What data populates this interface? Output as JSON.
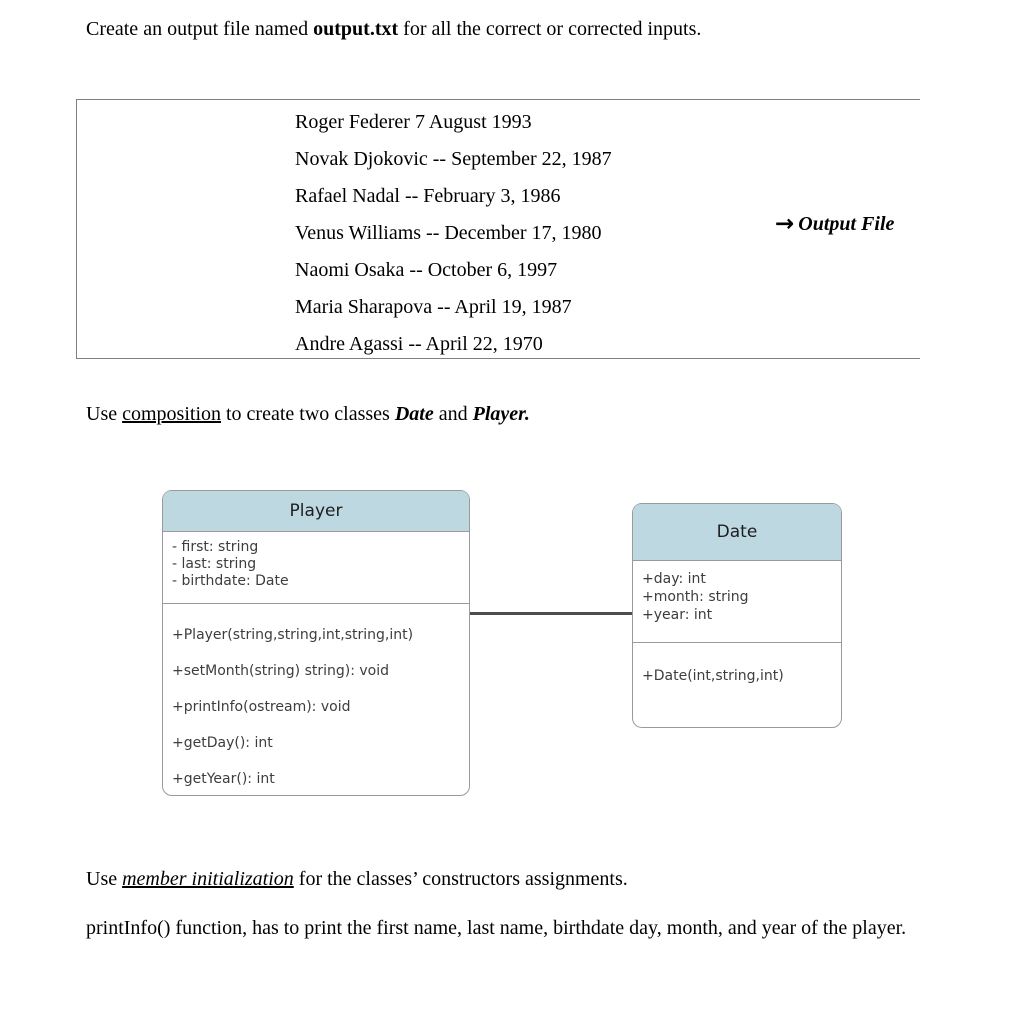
{
  "colors": {
    "uml-header-fill": "#bed8e2",
    "uml-border": "#9a9a9a",
    "box-border": "#808080",
    "connector": "#4d4d4d"
  },
  "intro": {
    "pre": "Create an output file named ",
    "bold": "output.txt",
    "post": " for all the correct or corrected inputs."
  },
  "input_box": {
    "lines": [
      "Roger Federer 7 August 1993",
      "Novak Djokovic -- September 22, 1987",
      "Rafael Nadal -- February 3, 1986",
      "Venus Williams -- December 17, 1980",
      "Naomi Osaka -- October 6, 1997",
      "Maria Sharapova -- April 19, 1987",
      "Andre Agassi -- April 22, 1970"
    ],
    "arrow": "→",
    "label": "Output File"
  },
  "composition": {
    "pre": "Use ",
    "underlined": "composition",
    "mid": " to create two classes ",
    "class1": "Date",
    "and": " and ",
    "class2": "Player."
  },
  "uml": {
    "player": {
      "title": "Player",
      "attributes": [
        "- first: string",
        "- last: string",
        "- birthdate: Date"
      ],
      "methods": [
        "+Player(string,string,int,string,int)",
        "+setMonth(string) string): void",
        "+printInfo(ostream): void",
        "+getDay(): int",
        "+getYear(): int"
      ]
    },
    "date": {
      "title": "Date",
      "attributes": [
        "+day: int",
        "+month: string",
        "+year: int"
      ],
      "methods": [
        "+Date(int,string,int)"
      ]
    }
  },
  "member_init": {
    "pre": "Use ",
    "emph": "member initialization",
    "post": " for the classes’ constructors assignments."
  },
  "printinfo": "printInfo() function, has to print the first name, last name, birthdate day, month, and year of the player."
}
